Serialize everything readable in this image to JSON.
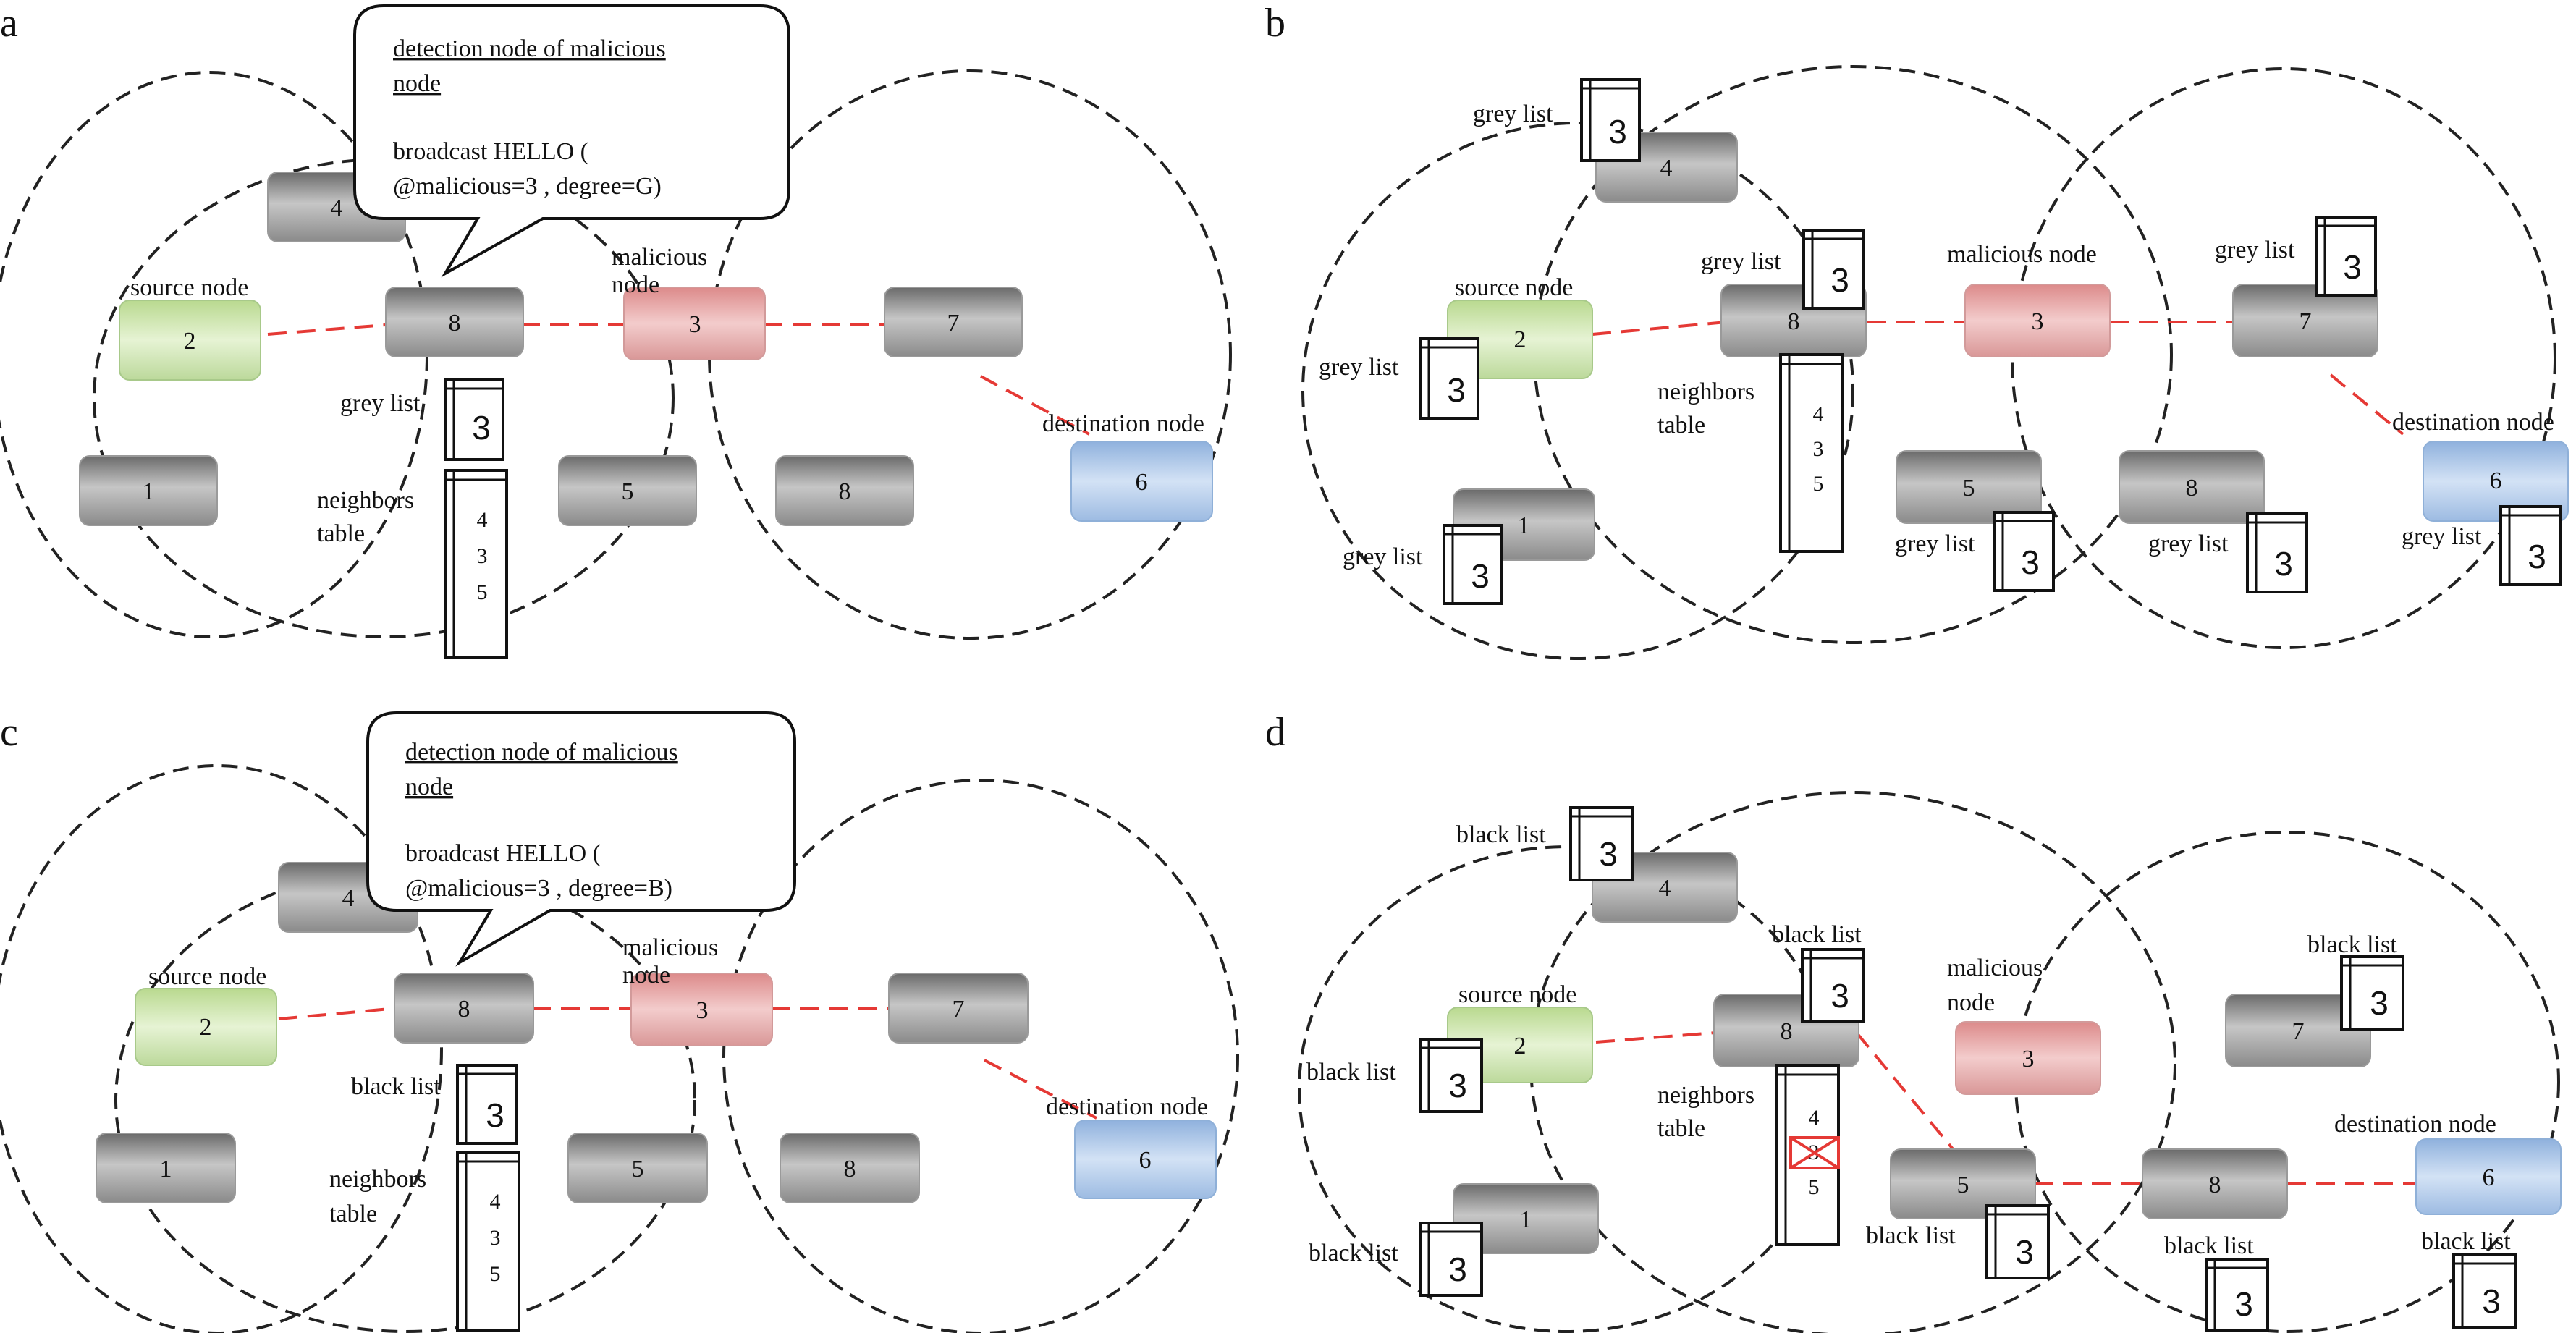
{
  "panels": [
    {
      "letter": "a",
      "callout": {
        "title": "detection node of malicious node",
        "title_lines": [
          "detection node of malicious",
          "node"
        ],
        "body_lines": [
          "broadcast HELLO (",
          "@malicious=3 , degree=G)"
        ]
      },
      "nodes": [
        {
          "id": "4",
          "label": "4",
          "kind": "grey"
        },
        {
          "id": "2",
          "label": "2",
          "kind": "source"
        },
        {
          "id": "8a",
          "label": "8",
          "kind": "grey"
        },
        {
          "id": "3",
          "label": "3",
          "kind": "malicious"
        },
        {
          "id": "7",
          "label": "7",
          "kind": "grey"
        },
        {
          "id": "1",
          "label": "1",
          "kind": "grey"
        },
        {
          "id": "5",
          "label": "5",
          "kind": "grey"
        },
        {
          "id": "8b",
          "label": "8",
          "kind": "grey"
        },
        {
          "id": "6",
          "label": "6",
          "kind": "destination"
        }
      ],
      "labels": [
        "source node",
        "malicious node",
        "destination node",
        "grey list",
        "neighbors table"
      ],
      "lists": [
        {
          "label": "grey list",
          "value": "3"
        }
      ],
      "neighbors_table": [
        "4",
        "3",
        "5"
      ]
    },
    {
      "letter": "b",
      "nodes": [
        {
          "id": "4",
          "label": "4",
          "kind": "grey"
        },
        {
          "id": "2",
          "label": "2",
          "kind": "source"
        },
        {
          "id": "8",
          "label": "8",
          "kind": "grey"
        },
        {
          "id": "3",
          "label": "3",
          "kind": "malicious"
        },
        {
          "id": "7",
          "label": "7",
          "kind": "grey"
        },
        {
          "id": "1",
          "label": "1",
          "kind": "grey"
        },
        {
          "id": "5",
          "label": "5",
          "kind": "grey"
        },
        {
          "id": "8b",
          "label": "8",
          "kind": "grey"
        },
        {
          "id": "6",
          "label": "6",
          "kind": "destination"
        }
      ],
      "labels": [
        "source node",
        "malicious node",
        "destination node",
        "neighbors table"
      ],
      "lists": [
        {
          "label": "grey list",
          "value": "3"
        },
        {
          "label": "grey list",
          "value": "3"
        },
        {
          "label": "grey list",
          "value": "3"
        },
        {
          "label": "grey list",
          "value": "3"
        },
        {
          "label": "grey list",
          "value": "3"
        },
        {
          "label": "grey list",
          "value": "3"
        },
        {
          "label": "grey list",
          "value": "3"
        },
        {
          "label": "grey list",
          "value": "3"
        }
      ],
      "neighbors_table": [
        "4",
        "3",
        "5"
      ]
    },
    {
      "letter": "c",
      "callout": {
        "title": "detection node of malicious node",
        "title_lines": [
          "detection node of malicious",
          "node"
        ],
        "body_lines": [
          "broadcast HELLO (",
          "@malicious=3 , degree=B)"
        ]
      },
      "nodes": [
        {
          "id": "4",
          "label": "4",
          "kind": "grey"
        },
        {
          "id": "2",
          "label": "2",
          "kind": "source"
        },
        {
          "id": "8a",
          "label": "8",
          "kind": "grey"
        },
        {
          "id": "3",
          "label": "3",
          "kind": "malicious"
        },
        {
          "id": "7",
          "label": "7",
          "kind": "grey"
        },
        {
          "id": "1",
          "label": "1",
          "kind": "grey"
        },
        {
          "id": "5",
          "label": "5",
          "kind": "grey"
        },
        {
          "id": "8b",
          "label": "8",
          "kind": "grey"
        },
        {
          "id": "6",
          "label": "6",
          "kind": "destination"
        }
      ],
      "labels": [
        "source node",
        "malicious node",
        "destination node",
        "black list",
        "neighbors table"
      ],
      "lists": [
        {
          "label": "black list",
          "value": "3"
        }
      ],
      "neighbors_table": [
        "4",
        "3",
        "5"
      ]
    },
    {
      "letter": "d",
      "nodes": [
        {
          "id": "4",
          "label": "4",
          "kind": "grey"
        },
        {
          "id": "2",
          "label": "2",
          "kind": "source"
        },
        {
          "id": "8",
          "label": "8",
          "kind": "grey"
        },
        {
          "id": "3",
          "label": "3",
          "kind": "malicious"
        },
        {
          "id": "7",
          "label": "7",
          "kind": "grey"
        },
        {
          "id": "1",
          "label": "1",
          "kind": "grey"
        },
        {
          "id": "5",
          "label": "5",
          "kind": "grey"
        },
        {
          "id": "8b",
          "label": "8",
          "kind": "grey"
        },
        {
          "id": "6",
          "label": "6",
          "kind": "destination"
        }
      ],
      "labels": [
        "source node",
        "malicious node",
        "destination node",
        "neighbors table"
      ],
      "lists": [
        {
          "label": "black list",
          "value": "3"
        },
        {
          "label": "black list",
          "value": "3"
        },
        {
          "label": "black list",
          "value": "3"
        },
        {
          "label": "black list",
          "value": "3"
        },
        {
          "label": "black list",
          "value": "3"
        },
        {
          "label": "black list",
          "value": "3"
        },
        {
          "label": "black list",
          "value": "3"
        },
        {
          "label": "black list",
          "value": "3"
        }
      ],
      "neighbors_table": [
        "4",
        "3",
        "5"
      ],
      "crossed_entry": "3"
    }
  ],
  "colors": {
    "grey_node": "#8c8c8c",
    "source_node": "#cfe6b0",
    "malicious_node": "#e8a6a6",
    "destination_node": "#a9c4e6",
    "route": "#e53935",
    "ring": "#222222"
  }
}
